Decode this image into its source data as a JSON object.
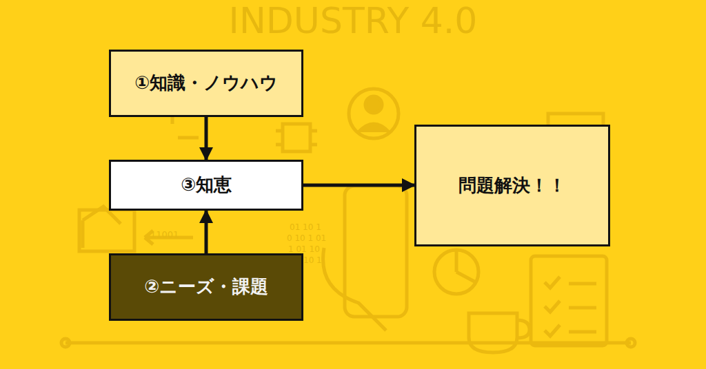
{
  "diagram": {
    "nodes": [
      {
        "text": [
          "①知識・ノウハウ"
        ]
      },
      {
        "text": [
          "③知恵"
        ]
      },
      {
        "text": [
          "②ニーズ・課題"
        ]
      },
      {
        "text": [
          "問題解決！！"
        ]
      }
    ],
    "edges": [
      {
        "from": 0,
        "to": 1,
        "arrow": "to"
      },
      {
        "from": 2,
        "to": 1,
        "arrow": "to"
      },
      {
        "from": 1,
        "to": 3,
        "arrow": "to"
      }
    ],
    "labels": [
      "INDUSTRY 4.0",
      "11001",
      "01 10 1",
      "0 10 1 01",
      "1 01 10",
      "10 1"
    ]
  }
}
